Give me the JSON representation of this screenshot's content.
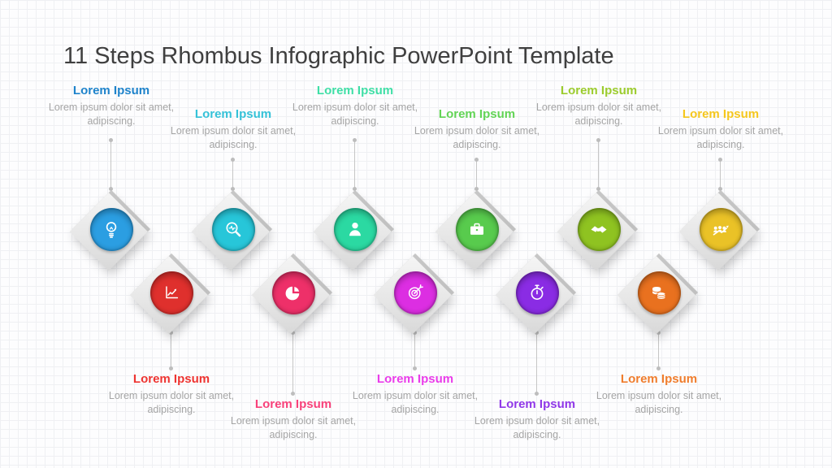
{
  "slide": {
    "title": "11 Steps Rhombus Infographic PowerPoint Template"
  },
  "items": [
    {
      "title": "Lorem Ipsum",
      "body": "Lorem ipsum dolor sit amet, adipiscing.",
      "title_color": "#1e83cb",
      "circle_color": "#2b9ee2",
      "icon": "lightbulb-icon",
      "row": "top"
    },
    {
      "title": "Lorem Ipsum",
      "body": "Lorem ipsum dolor sit amet, adipiscing.",
      "title_color": "#35c2d8",
      "circle_color": "#27c6d9",
      "icon": "analysis-search-icon",
      "row": "top"
    },
    {
      "title": "Lorem Ipsum",
      "body": "Lorem ipsum dolor sit amet, adipiscing.",
      "title_color": "#3fdfa6",
      "circle_color": "#2bd9a2",
      "icon": "user-icon",
      "row": "top"
    },
    {
      "title": "Lorem Ipsum",
      "body": "Lorem ipsum dolor sit amet, adipiscing.",
      "title_color": "#62d455",
      "circle_color": "#58cb4d",
      "icon": "briefcase-icon",
      "row": "top"
    },
    {
      "title": "Lorem Ipsum",
      "body": "Lorem ipsum dolor sit amet, adipiscing.",
      "title_color": "#9ccc2d",
      "circle_color": "#8fc321",
      "icon": "handshake-icon",
      "row": "top"
    },
    {
      "title": "Lorem Ipsum",
      "body": "Lorem ipsum dolor sit amet, adipiscing.",
      "title_color": "#f5c71e",
      "circle_color": "#eac227",
      "icon": "team-growth-icon",
      "row": "top"
    },
    {
      "title": "Lorem Ipsum",
      "body": "Lorem ipsum dolor sit amet, adipiscing.",
      "title_color": "#ee3431",
      "circle_color": "#df302d",
      "icon": "line-chart-icon",
      "row": "bottom"
    },
    {
      "title": "Lorem Ipsum",
      "body": "Lorem ipsum dolor sit amet, adipiscing.",
      "title_color": "#f8417a",
      "circle_color": "#ee3069",
      "icon": "pie-chart-icon",
      "row": "bottom"
    },
    {
      "title": "Lorem Ipsum",
      "body": "Lorem ipsum dolor sit amet, adipiscing.",
      "title_color": "#ea3cea",
      "circle_color": "#dc2ee2",
      "icon": "target-icon",
      "row": "bottom"
    },
    {
      "title": "Lorem Ipsum",
      "body": "Lorem ipsum dolor sit amet, adipiscing.",
      "title_color": "#9038e8",
      "circle_color": "#8a2ce4",
      "icon": "stopwatch-icon",
      "row": "bottom"
    },
    {
      "title": "Lorem Ipsum",
      "body": "Lorem ipsum dolor sit amet, adipiscing.",
      "title_color": "#f07d2d",
      "circle_color": "#e9711f",
      "icon": "coins-icon",
      "row": "bottom"
    }
  ]
}
